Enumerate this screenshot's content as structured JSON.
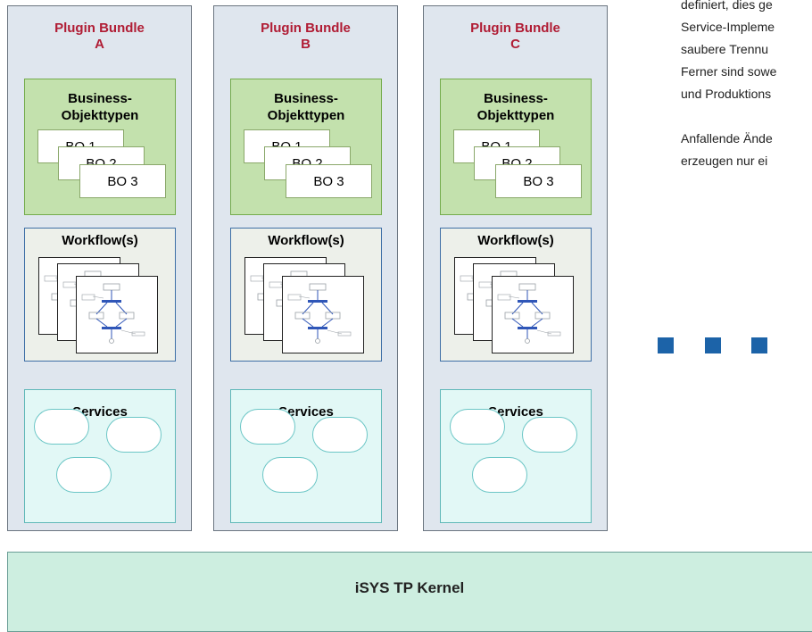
{
  "bundles": [
    {
      "title_line1": "Plugin Bundle",
      "title_line2": "A",
      "bo_title": "Business-Objekttypen",
      "bo_items": [
        "BO 1",
        "BO 2",
        "BO 3"
      ],
      "workflow_title": "Workflow(s)",
      "services_title": "Services"
    },
    {
      "title_line1": "Plugin Bundle",
      "title_line2": "B",
      "bo_title": "Business-Objekttypen",
      "bo_items": [
        "BO 1",
        "BO 2",
        "BO 3"
      ],
      "workflow_title": "Workflow(s)",
      "services_title": "Services"
    },
    {
      "title_line1": "Plugin Bundle",
      "title_line2": "C",
      "bo_title": "Business-Objekttypen",
      "bo_items": [
        "BO 1",
        "BO 2",
        "BO 3"
      ],
      "workflow_title": "Workflow(s)",
      "services_title": "Services"
    }
  ],
  "side_text": [
    "definiert, dies ge",
    "Service-Impleme",
    "saubere Trennu",
    "Ferner sind sowe",
    "und Produktions",
    "Anfallende Ände",
    "erzeugen nur ei"
  ],
  "kernel_label": "iSYS TP Kernel",
  "colors": {
    "bundle_title": "#b01c34",
    "bo_background": "#c3e1ad",
    "workflow_border": "#3e6fa6",
    "services_background": "#e2f8f6",
    "kernel_background": "#cdeee0",
    "ellipsis_squares": "#1c63a8"
  }
}
